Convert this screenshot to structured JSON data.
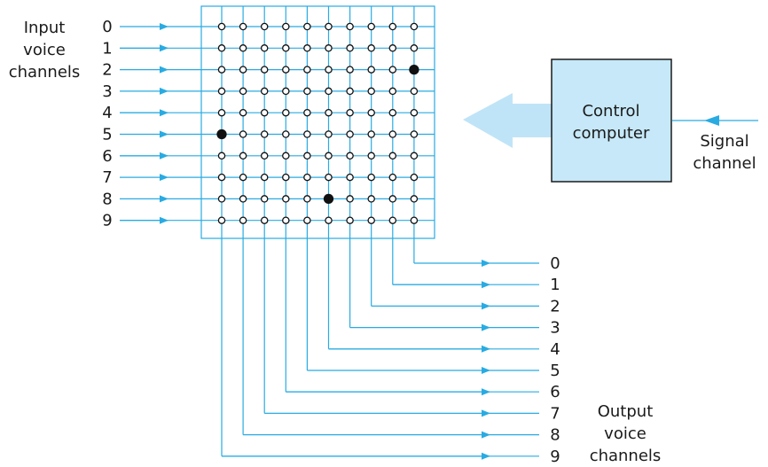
{
  "labels": {
    "input_line1": "Input",
    "input_line2": "voice",
    "input_line3": "channels",
    "output_line1": "Output",
    "output_line2": "voice",
    "output_line3": "channels",
    "control_line1": "Control",
    "control_line2": "computer",
    "signal_line1": "Signal",
    "signal_line2": "channel"
  },
  "input_numbers": [
    "0",
    "1",
    "2",
    "3",
    "4",
    "5",
    "6",
    "7",
    "8",
    "9"
  ],
  "output_numbers": [
    "0",
    "1",
    "2",
    "3",
    "4",
    "5",
    "6",
    "7",
    "8",
    "9"
  ],
  "closed_crosspoints": [
    {
      "input": 2,
      "output": 0
    },
    {
      "input": 5,
      "output": 9
    },
    {
      "input": 8,
      "output": 4
    }
  ],
  "colors": {
    "line": "#29abe2",
    "arrow_fill": "#29abe2",
    "big_arrow": "#bfe4f7",
    "control_box_fill": "#c6e8f8",
    "control_box_stroke": "#1a1a1a",
    "crosspoint_open": "#ffffff",
    "crosspoint_closed": "#111111"
  }
}
